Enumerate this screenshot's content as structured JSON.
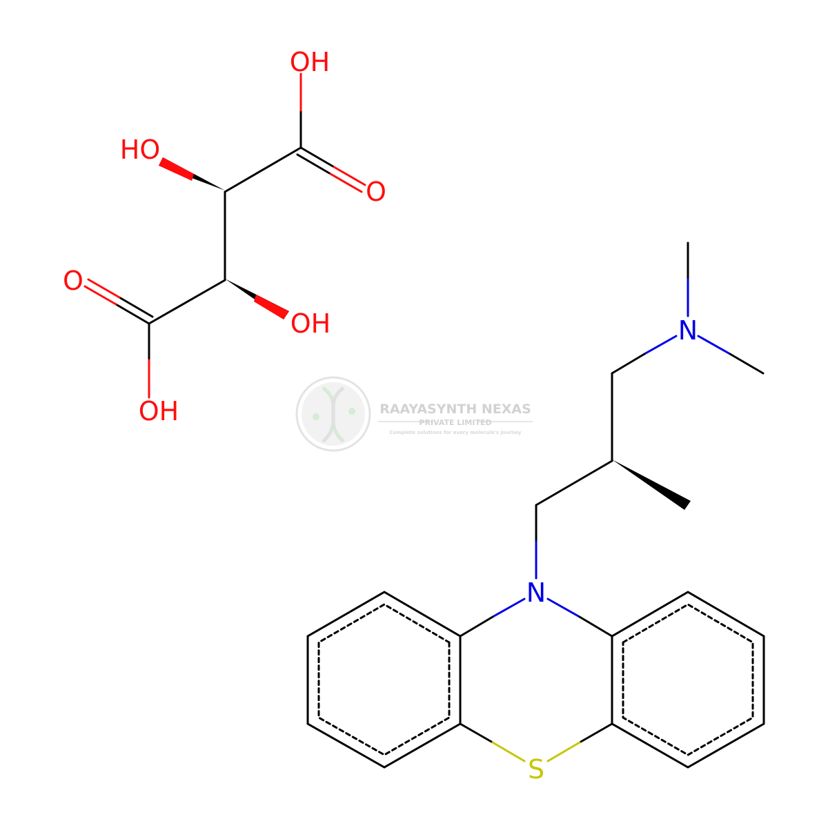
{
  "colors": {
    "bond": "#000000",
    "oxygen": "#ff0d0d",
    "nitrogen": "#0000e6",
    "sulfur": "#c6c600",
    "watermark": "#d4d4d4",
    "watermark_logo": "#cfe9cf"
  },
  "atoms": {
    "oh_top": "OH",
    "ho_left": "HO",
    "o_carbonyl_right": "O",
    "o_carbonyl_left": "O",
    "oh_mid": "OH",
    "oh_bottom": "OH",
    "n_amine": "N",
    "n_ring": "N",
    "s_ring": "S"
  },
  "watermark": {
    "company": "RAAYASYNTH NEXAS",
    "subtitle": "PRIVATE LIMITED",
    "tagline": "Complete solutions for every molecule's journey"
  }
}
